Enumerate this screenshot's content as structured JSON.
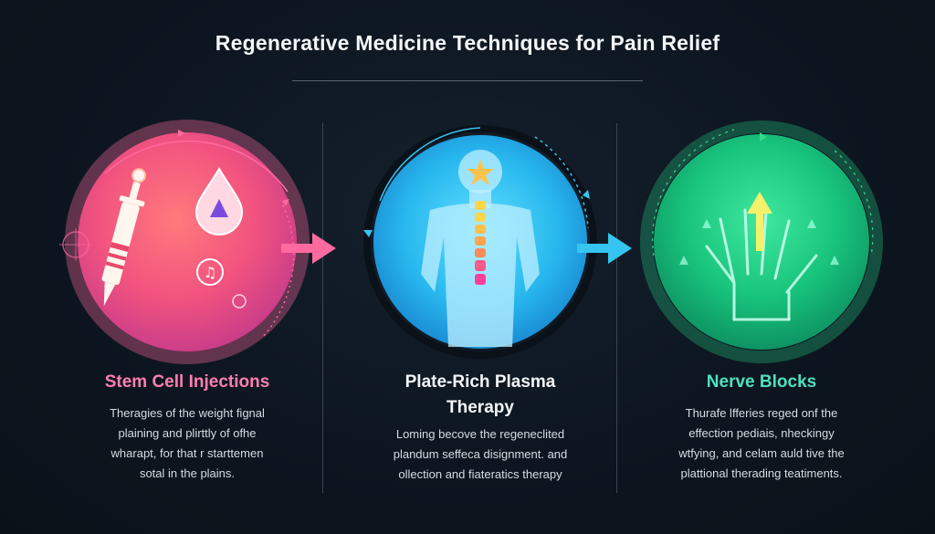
{
  "title": "Regenerative Medicine Techniques for Pain Relief",
  "colors": {
    "pink": "#ff5f9e",
    "cyan": "#35c5f0",
    "green": "#34d98a"
  },
  "panels": [
    {
      "label": "Stem Cell Injections",
      "label_color": "#ff7fb0",
      "icons": [
        "syringe-icon",
        "droplet-icon",
        "music-note-icon"
      ],
      "desc": [
        "Theragies of the weight fignal",
        "plaining and plirttly of ofhe",
        "wharapt, for that r starttemen",
        "sotal in the plains."
      ]
    },
    {
      "label": "Plate-Rich Plasma Therapy",
      "label_lines": [
        "Plate-Rich Plasma",
        "Therapy"
      ],
      "label_color": "#f4f6f8",
      "icons": [
        "human-body-icon",
        "spine-icon",
        "star-icon"
      ],
      "desc": [
        "Loming becove the regeneclited",
        "plandum seffeca disignment. and",
        "ollection and fiateratics therapy"
      ]
    },
    {
      "label": "Nerve Blocks",
      "label_color": "#4fe0c0",
      "icons": [
        "hand-icon",
        "up-arrow-icon"
      ],
      "desc": [
        "Thurafe lfferies reged onf the",
        "effection pediais, nheckingy",
        "wtfying, and celam auld tive the",
        "plattional therading teatiments."
      ]
    }
  ]
}
